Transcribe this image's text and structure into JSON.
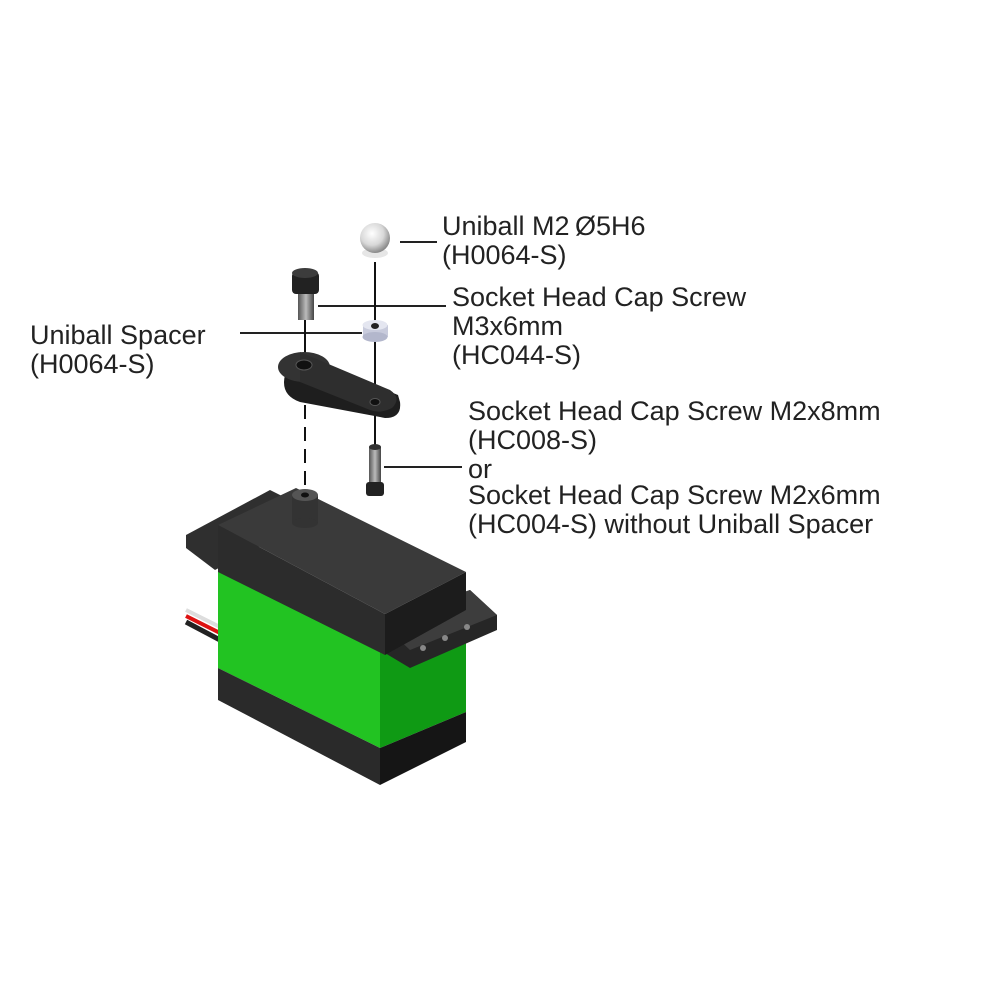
{
  "labels": {
    "uniball": {
      "line1": "Uniball M2 Ø5H6",
      "line2": "(H0064-S)"
    },
    "m3_screw": {
      "line1": "Socket Head Cap Screw",
      "line2": "M3x6mm",
      "line3": "(HC044-S)"
    },
    "spacer": {
      "line1": "Uniball Spacer",
      "line2": "(H0064-S)"
    },
    "m2_screw": {
      "line1": "Socket Head Cap Screw M2x8mm",
      "line2": "(HC008-S)",
      "line3": "or",
      "line4": "Socket Head Cap Screw M2x6mm",
      "line5": "(HC004-S) without Uniball Spacer"
    }
  },
  "colors": {
    "servo_body": "#1fc21f",
    "housing": "#2b2b2b",
    "text": "#222222"
  }
}
